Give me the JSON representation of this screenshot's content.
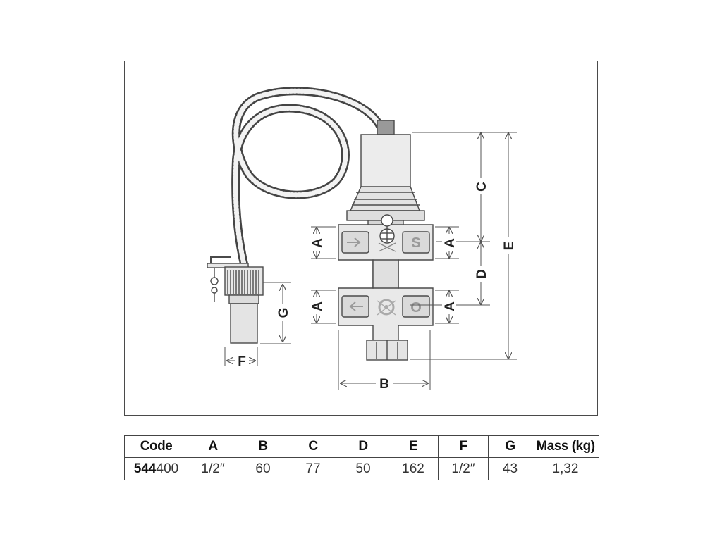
{
  "diagram": {
    "labels": {
      "a_left_upper": "A",
      "a_left_lower": "A",
      "a_right_upper": "A",
      "a_right_lower": "A",
      "b": "B",
      "c": "C",
      "d": "D",
      "e": "E",
      "f": "F",
      "g": "G"
    },
    "colors": {
      "line": "#4a4a4a",
      "body_fill": "#e9e9e9",
      "body_shade": "#d4d4d4",
      "cap_fill": "#ededed",
      "icon": "#9a9a9a"
    },
    "icons": [
      "arrow-right-icon",
      "arrow-left-icon",
      "s-letter-icon",
      "o-letter-icon",
      "brand-logo-icon",
      "sensor-bulb",
      "capillary-coil"
    ]
  },
  "table": {
    "headers": [
      "Code",
      "A",
      "B",
      "C",
      "D",
      "E",
      "F",
      "G",
      "Mass (kg)"
    ],
    "row": {
      "code_bold": "544",
      "code_rest": "400",
      "values": [
        "1/2″",
        "60",
        "77",
        "50",
        "162",
        "1/2″",
        "43",
        "1,32"
      ]
    }
  }
}
